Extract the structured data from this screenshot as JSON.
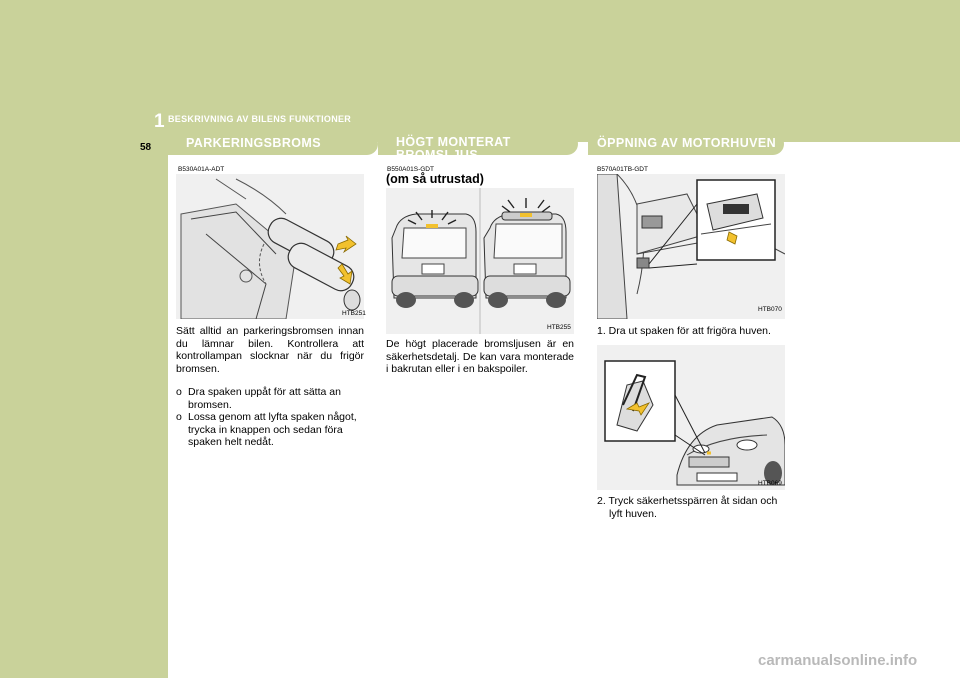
{
  "header": {
    "chapter_number": "1",
    "chapter_title": "BESKRIVNING AV BILENS FUNKTIONER",
    "page_number": "58"
  },
  "col1": {
    "heading": "PARKERINGSBROMS",
    "code": "B530A01A-ADT",
    "figure_code": "HTB251",
    "paragraph": "Sätt alltid an parkeringsbromsen innan du lämnar bilen. Kontrollera att kontrollampan slocknar när du frigör bromsen.",
    "bullets": [
      {
        "marker": "o",
        "text": "Dra spaken uppåt för att sätta an bromsen."
      },
      {
        "marker": "o",
        "text": "Lossa genom att lyfta spaken något, trycka in knappen och sedan föra spaken helt nedåt."
      }
    ]
  },
  "col2": {
    "heading_line1": "HÖGT MONTERAT",
    "heading_line2": "BROMSLJUS",
    "code": "B550A01S-GDT",
    "subheading": "(om så utrustad)",
    "figure_code": "HTB255",
    "paragraph": "De högt placerade bromsljusen är en säkerhetsdetalj. De kan vara monterade i bakrutan eller i en bakspoiler."
  },
  "col3": {
    "heading": "ÖPPNING AV MOTORHUVEN",
    "code": "B570A01TB-GDT",
    "figure1_code": "HTB070",
    "step1": "1. Dra ut spaken för att frigöra huven.",
    "figure2_code": "HTB069",
    "step2_line1": "2. Tryck säkerhetsspärren åt sidan och",
    "step2_line2": "lyft huven."
  },
  "footer": {
    "watermark": "carmanualsonline.info"
  },
  "colors": {
    "band": "#c9d29a",
    "arrow": "#f2c12e"
  }
}
